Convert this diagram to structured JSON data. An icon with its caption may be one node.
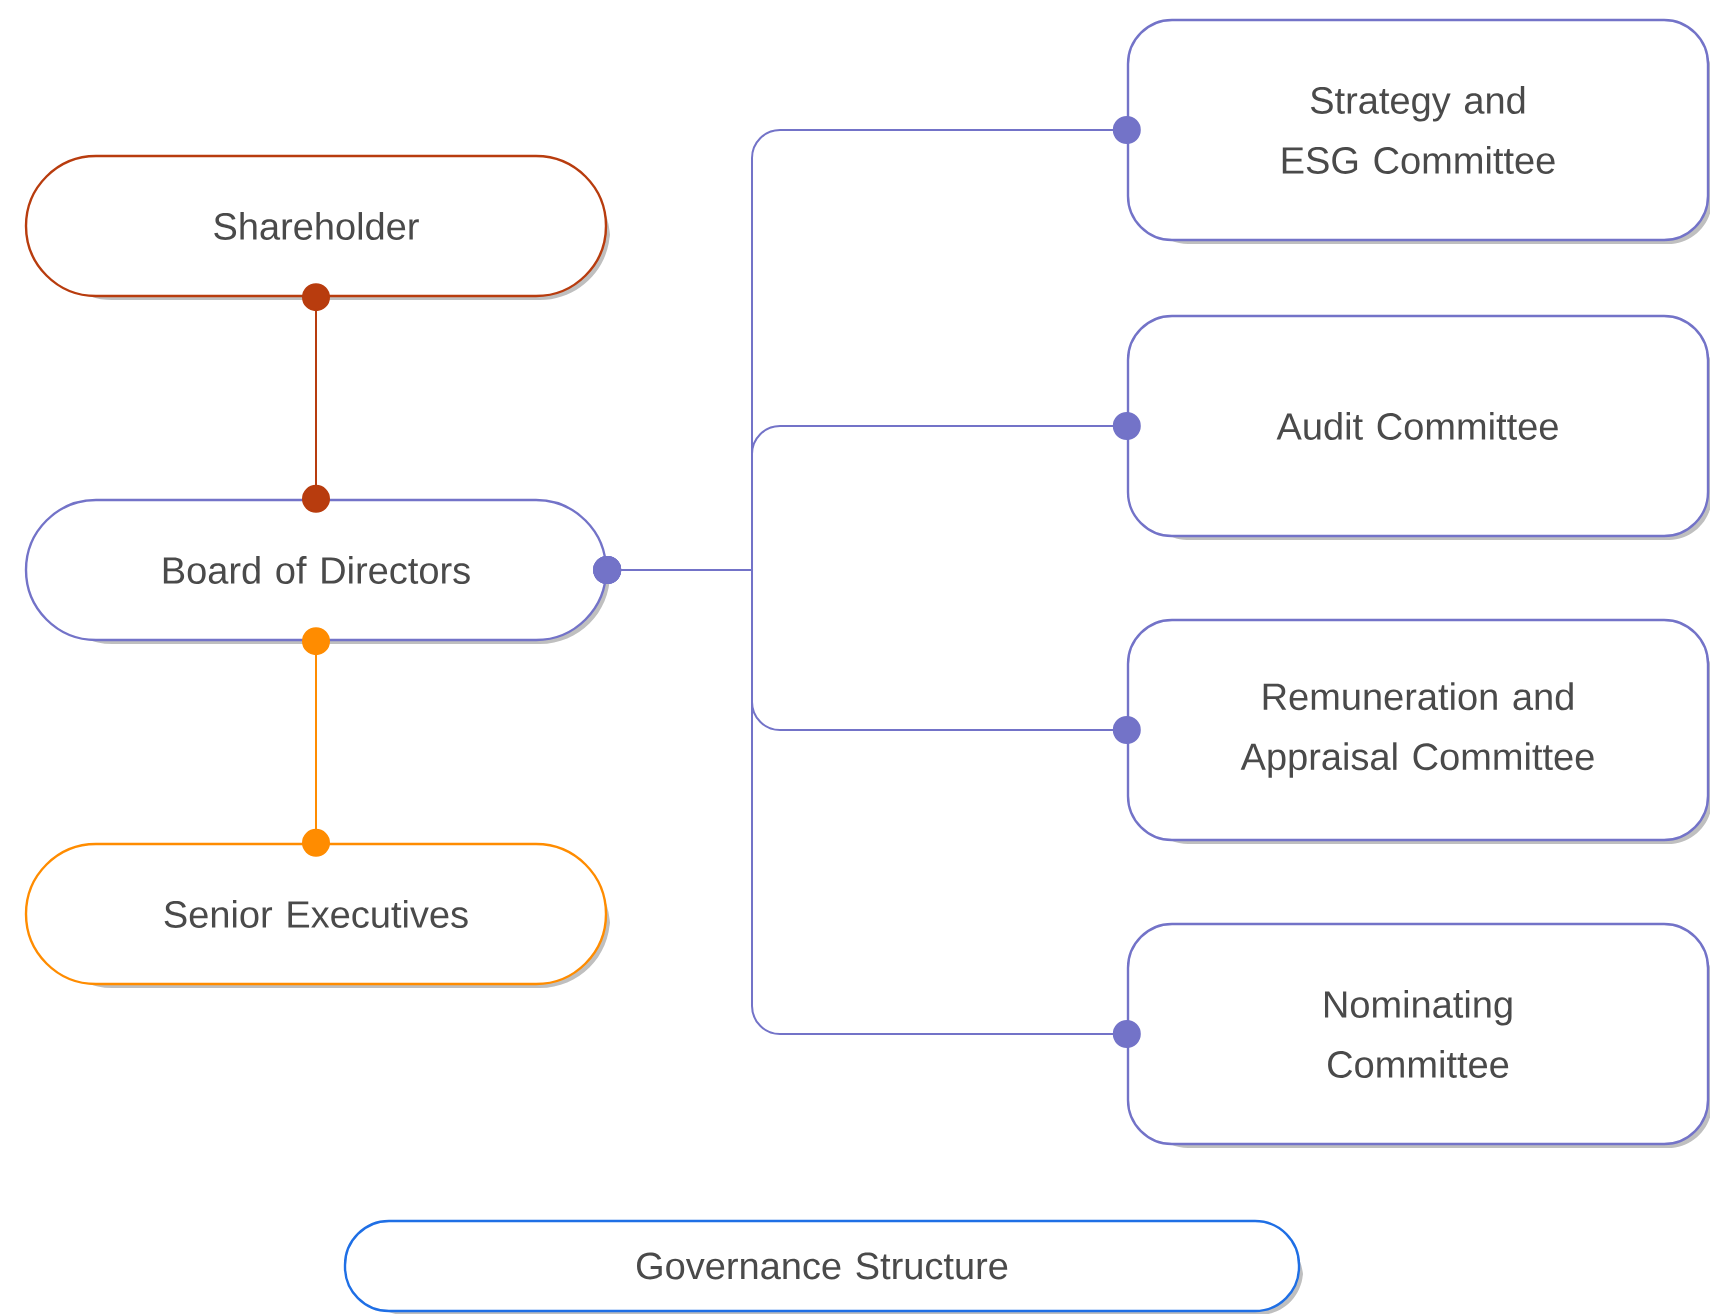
{
  "diagram": {
    "nodes": [
      {
        "text": [
          "Shareholder"
        ]
      },
      {
        "text": [
          "Board of Directors"
        ]
      },
      {
        "text": [
          "Senior Executives"
        ]
      },
      {
        "text": [
          "Strategy and ESG Committee"
        ]
      },
      {
        "text": [
          "Audit Committee"
        ]
      },
      {
        "text": [
          "Remuneration and Appraisal Committee"
        ]
      },
      {
        "text": [
          "Nominating Committee"
        ]
      },
      {
        "text": [
          "Governance Structure"
        ]
      }
    ],
    "edges": [
      {
        "from": 0,
        "to": 1,
        "arrow": "other",
        "color": "#b83c0e"
      },
      {
        "from": 1,
        "to": 2,
        "arrow": "other",
        "color": "#ff8c00"
      },
      {
        "from": 1,
        "to": 3,
        "arrow": "other"
      },
      {
        "from": 1,
        "to": 4,
        "arrow": "other"
      },
      {
        "from": 1,
        "to": 5,
        "arrow": "other"
      },
      {
        "from": 1,
        "to": 6,
        "arrow": "other"
      }
    ]
  }
}
